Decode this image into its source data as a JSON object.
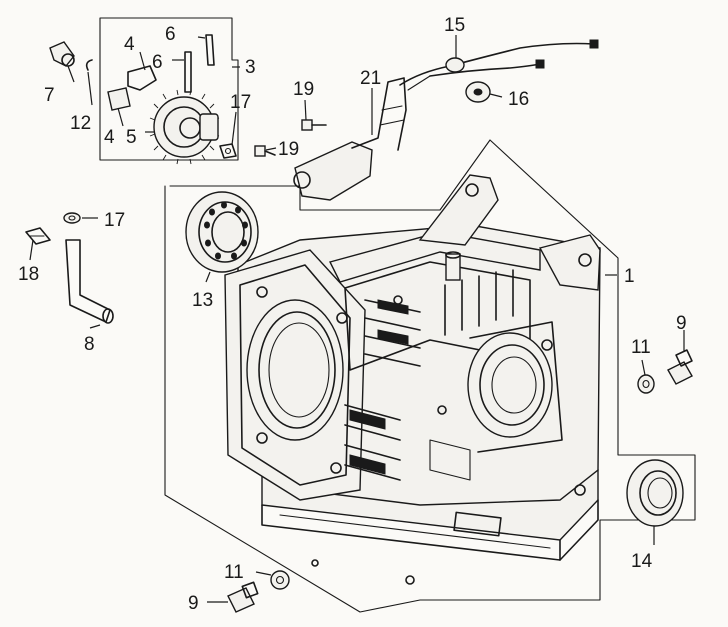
{
  "diagram": {
    "callouts": {
      "c1": "1",
      "c3": "3",
      "c4a": "4",
      "c4b": "4",
      "c5": "5",
      "c6a": "6",
      "c6b": "6",
      "c7": "7",
      "c8": "8",
      "c9a": "9",
      "c9b": "9",
      "c11a": "11",
      "c11b": "11",
      "c12": "12",
      "c13": "13",
      "c14": "14",
      "c15": "15",
      "c16": "16",
      "c17a": "17",
      "c17b": "17",
      "c18": "18",
      "c19a": "19",
      "c19b": "19",
      "c21": "21"
    }
  }
}
